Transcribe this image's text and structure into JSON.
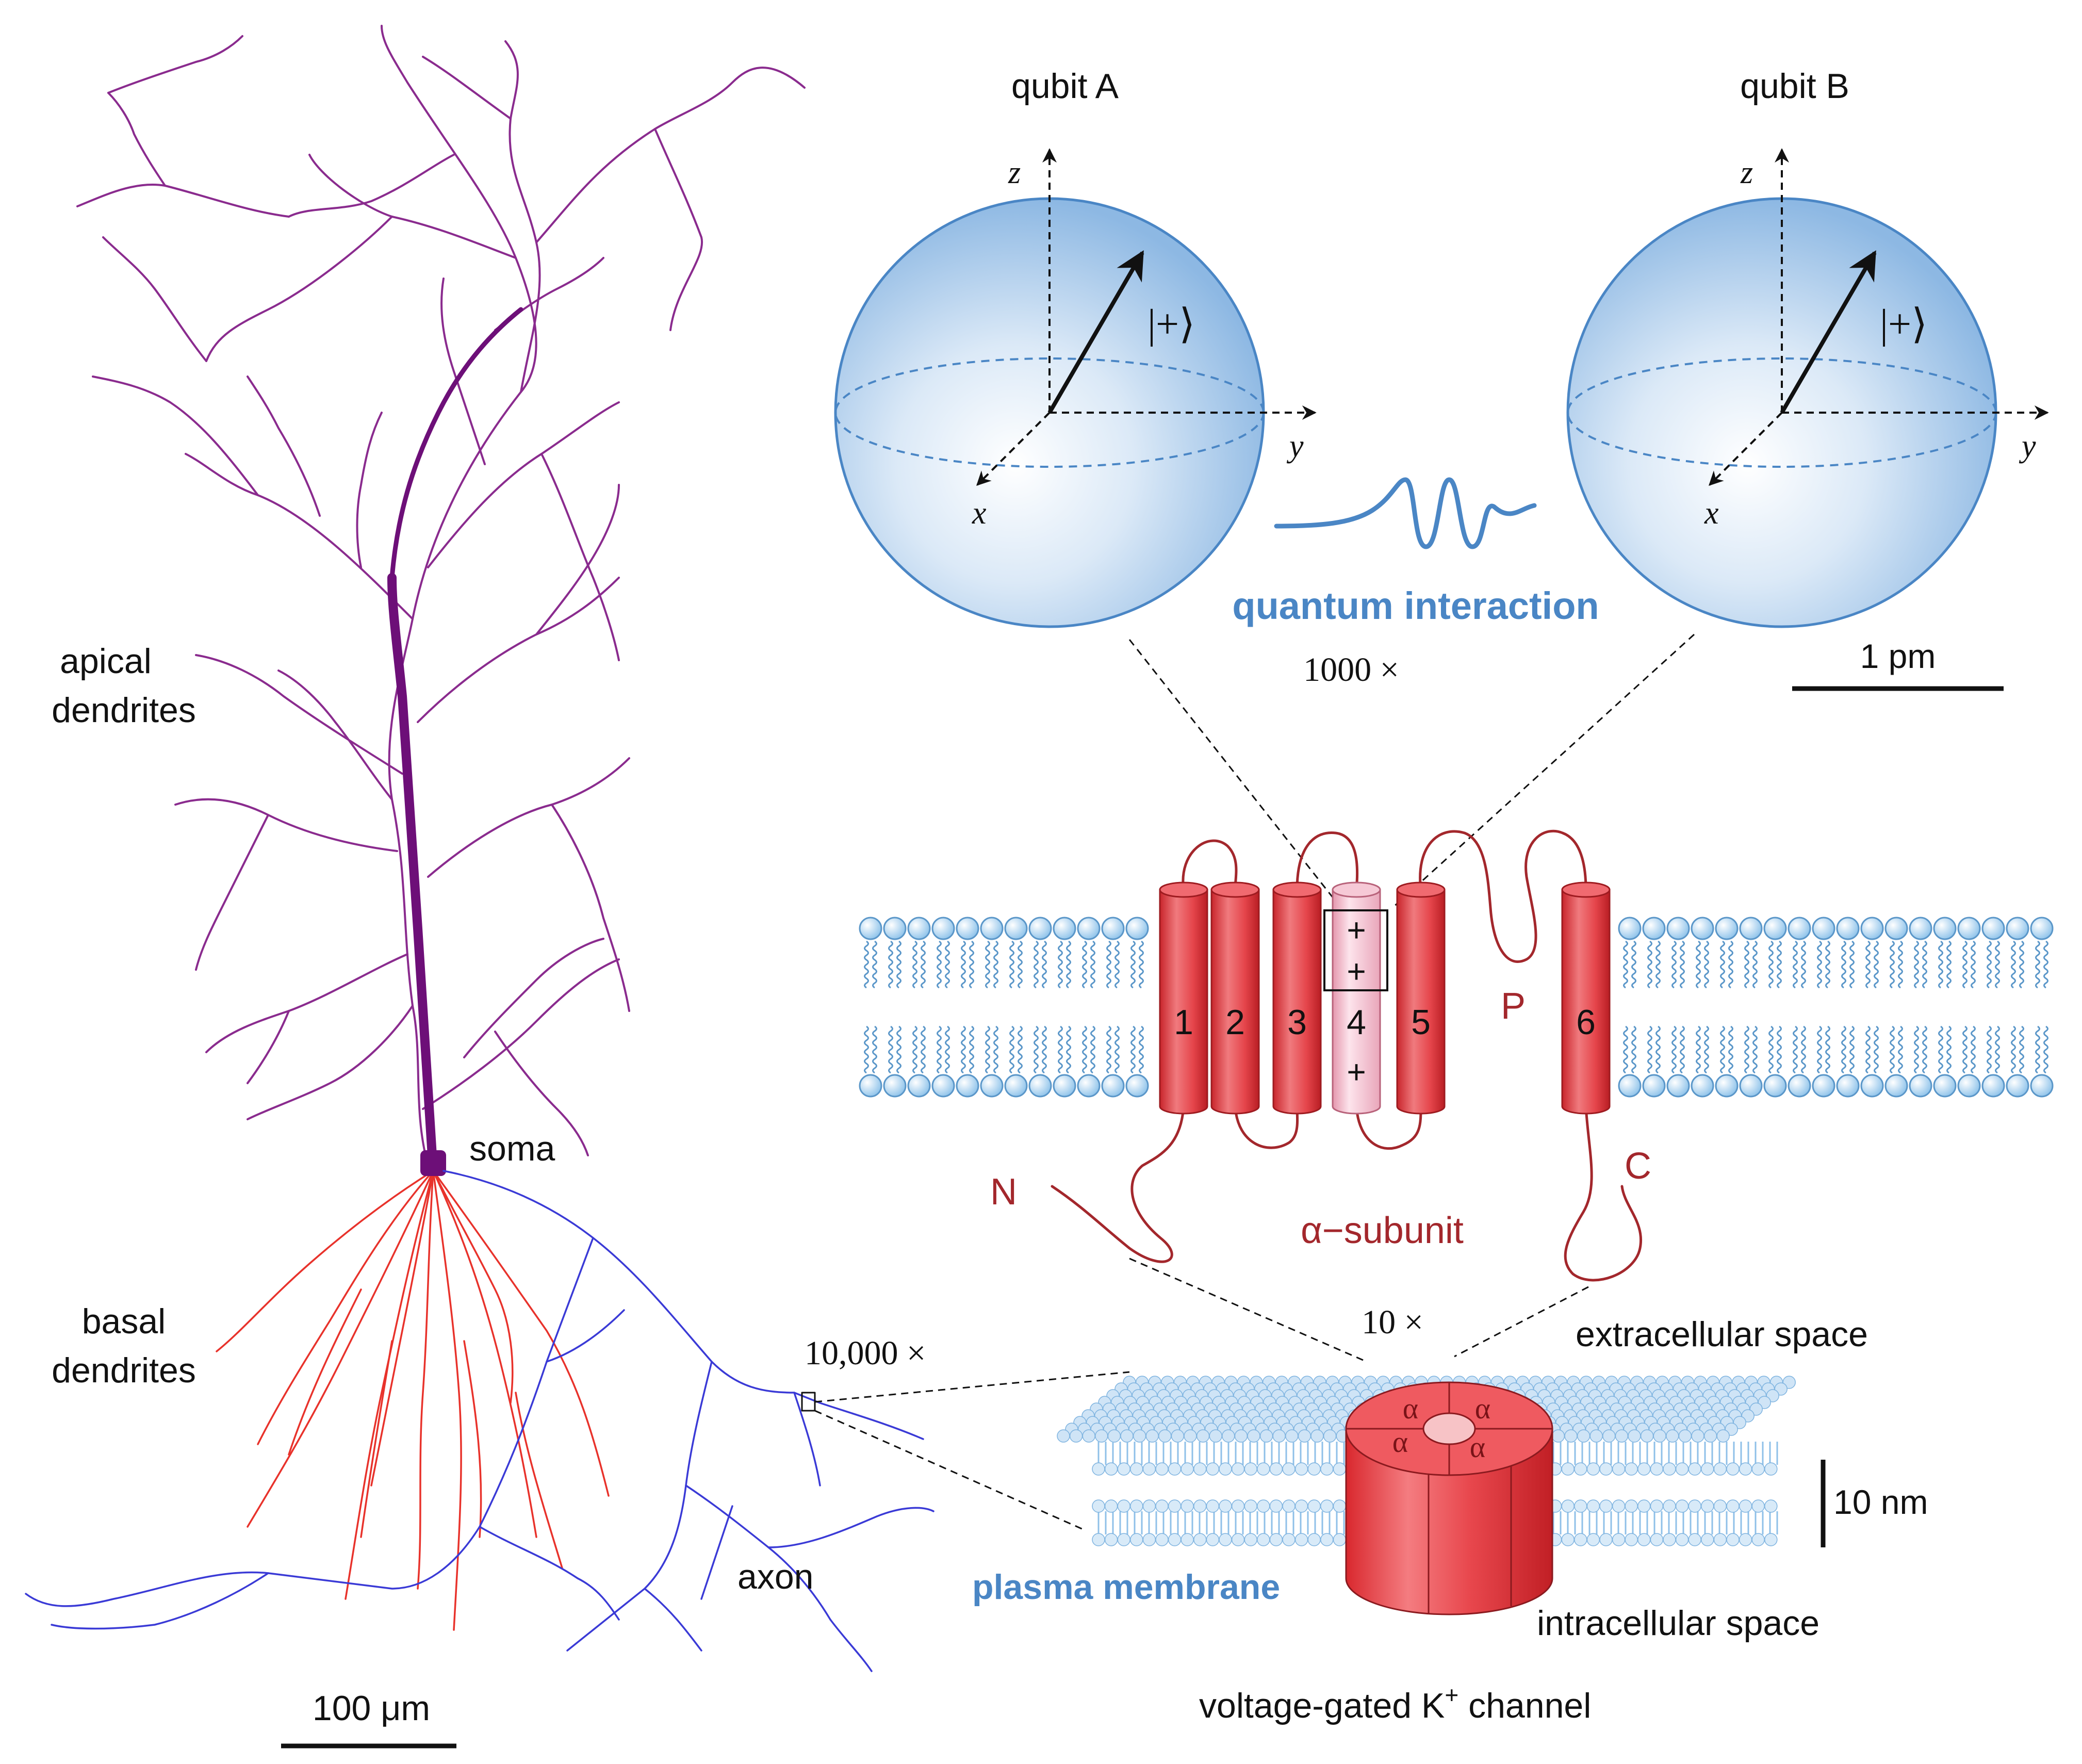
{
  "neuron": {
    "apical_label_line1": "apical",
    "apical_label_line2": "dendrites",
    "soma_label": "soma",
    "basal_label_line1": "basal",
    "basal_label_line2": "dendrites",
    "axon_label": "axon",
    "scale_label": "100 μm",
    "zoom_label": "10,000 ×"
  },
  "qubits": {
    "qubit_a_label": "qubit A",
    "qubit_b_label": "qubit B",
    "axis_x": "x",
    "axis_y": "y",
    "axis_z": "z",
    "state_label": "|+⟩",
    "interaction_label": "quantum interaction",
    "zoom_label": "1000 ×",
    "scale_label": "1 pm"
  },
  "subunit": {
    "helix_labels": [
      "1",
      "2",
      "3",
      "4",
      "5",
      "6"
    ],
    "charge_symbol": "+",
    "pore_label": "P",
    "n_label": "N",
    "c_label": "C",
    "subunit_label": "α−subunit",
    "zoom_label": "10 ×"
  },
  "channel": {
    "alpha_symbol": "α",
    "extracellular_label": "extracellular space",
    "intracellular_label": "intracellular space",
    "membrane_label": "plasma membrane",
    "scale_label": "10 nm",
    "title_prefix": "voltage-gated K",
    "title_sup": "+",
    "title_suffix": " channel"
  },
  "colors": {
    "apical": "#8a2b8e",
    "apical_trunk": "#6d0f78",
    "basal": "#e8322b",
    "axon": "#3a3ad6",
    "sphere_dark": "#5b9bd5",
    "label_blue": "#4a86c5",
    "helix_red": "#e5454b",
    "helix_pink": "#f2b4c6",
    "dark_red": "#a3272c",
    "lipid": "#9ccbee"
  }
}
